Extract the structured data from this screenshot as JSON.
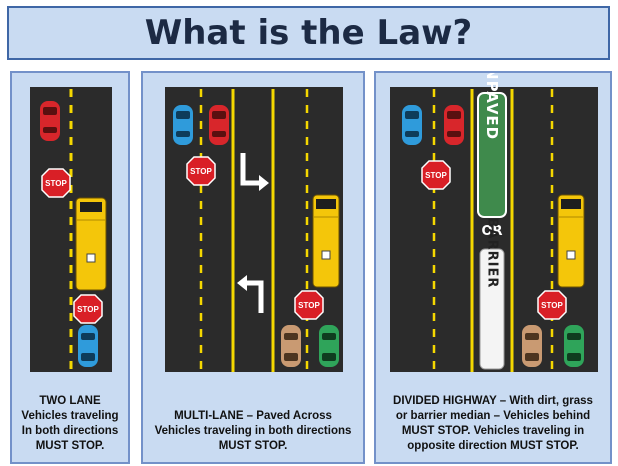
{
  "title": "What is the Law?",
  "panels": [
    {
      "caption": "TWO LANE\nVehicles traveling\nIn both directions\nMUST STOP."
    },
    {
      "caption": "MULTI-LANE – Paved Across\nVehicles traveling in both directions\nMUST STOP."
    },
    {
      "caption": "DIVIDED HIGHWAY – With dirt, grass\nor barrier median – Vehicles behind\nMUST STOP.   Vehicles traveling in\nopposite direction MUST STOP."
    }
  ],
  "stop_sign_text": "STOP",
  "median": {
    "top_word": "UNPAVED",
    "or_word": "OR",
    "bottom_word": "BARRIER"
  },
  "colors": {
    "road": "#2b2b2b",
    "lane_yellow": "#f5d800",
    "bus_yellow": "#f4c60a",
    "car_red": "#d8262b",
    "car_blue": "#2f9bdb",
    "car_tan": "#c99a72",
    "car_green": "#2fa45a",
    "stop_red": "#d91f26",
    "median_green": "#3f8a4c"
  }
}
